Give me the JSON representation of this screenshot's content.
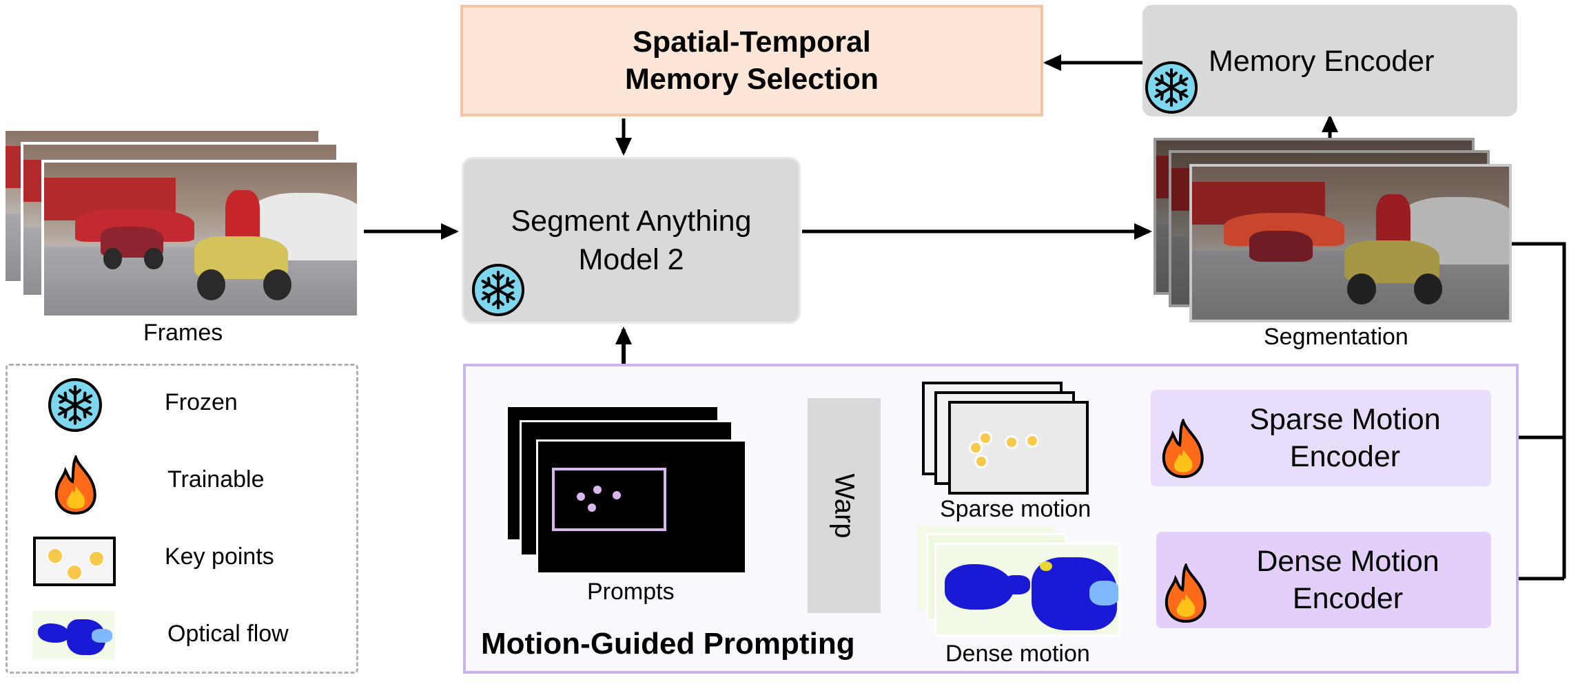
{
  "memory_selection": {
    "line1": "Spatial-Temporal",
    "line2": "Memory Selection"
  },
  "memory_encoder": {
    "label": "Memory Encoder"
  },
  "sam": {
    "line1": "Segment Anything",
    "line2": "Model 2"
  },
  "frames_label": "Frames",
  "segmentation_label": "Segmentation",
  "legend": {
    "frozen": "Frozen",
    "trainable": "Trainable",
    "key_points": "Key points",
    "optical_flow": "Optical flow"
  },
  "mgp": {
    "title": "Motion-Guided Prompting",
    "prompts_label": "Prompts",
    "warp_label": "Warp",
    "sparse_motion_label": "Sparse motion",
    "dense_motion_label": "Dense motion",
    "sparse_encoder": {
      "line1": "Sparse Motion",
      "line2": "Encoder"
    },
    "dense_encoder": {
      "line1": "Dense Motion",
      "line2": "Encoder"
    }
  },
  "colors": {
    "memory_selection_fill": "#fde5d8",
    "memory_selection_border": "#f3c3a4",
    "gray_box": "#d9d9d9",
    "mgp_border": "#c9b3ec",
    "mgp_fill": "#faf8ff",
    "encoder_fill": "#e8dcfb",
    "snowflake": "#7fd7ee",
    "flame_outer": "#ff6a1a",
    "flame_inner": "#ffc21a",
    "keypoint": "#f7c84a",
    "flow_blue": "#1a1ad6",
    "prompt_frame": "#d9b8f0"
  }
}
